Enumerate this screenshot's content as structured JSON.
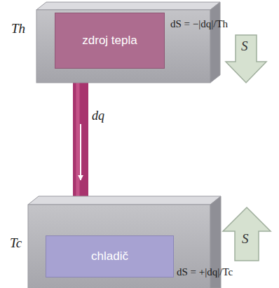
{
  "diagram": {
    "nodes": [
      {
        "text": [
          "zdroj tepla"
        ]
      },
      {
        "text": [
          "chladič"
        ]
      }
    ],
    "edges": [
      {
        "from": 0,
        "to": 1,
        "arrow": "to",
        "label": "dq"
      }
    ],
    "labels": [
      "Th",
      "dS = −|dq|/Th",
      "S",
      "Tc",
      "S",
      "dS = +|dq|/Tc"
    ]
  }
}
